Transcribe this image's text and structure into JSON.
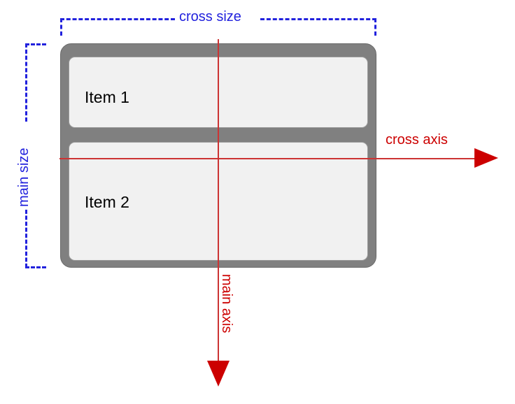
{
  "diagram": {
    "title": "CSS flexbox main axis and cross axis diagram",
    "background_color": "#ffffff",
    "container": {
      "name": "flex-container",
      "fill_color": "#808080",
      "border_color": "#6b6b6b",
      "items": [
        {
          "label": "Item 1",
          "fill_color": "#f1f1f1",
          "border_color": "#9a9a9a"
        },
        {
          "label": "Item 2",
          "fill_color": "#f1f1f1",
          "border_color": "#9a9a9a"
        }
      ]
    },
    "axes": [
      {
        "id": "cross-axis",
        "label": "cross axis",
        "direction": "horizontal-right",
        "color": "#cc0000"
      },
      {
        "id": "main-axis",
        "label": "main axis",
        "direction": "vertical-down",
        "color": "#cc0000"
      }
    ],
    "measurements": [
      {
        "id": "cross-size",
        "label": "cross size",
        "orientation": "horizontal",
        "color": "#2222dd",
        "style": "dashed-bracket"
      },
      {
        "id": "main-size",
        "label": "main size",
        "orientation": "vertical",
        "color": "#2222dd",
        "style": "dashed-bracket"
      }
    ]
  }
}
